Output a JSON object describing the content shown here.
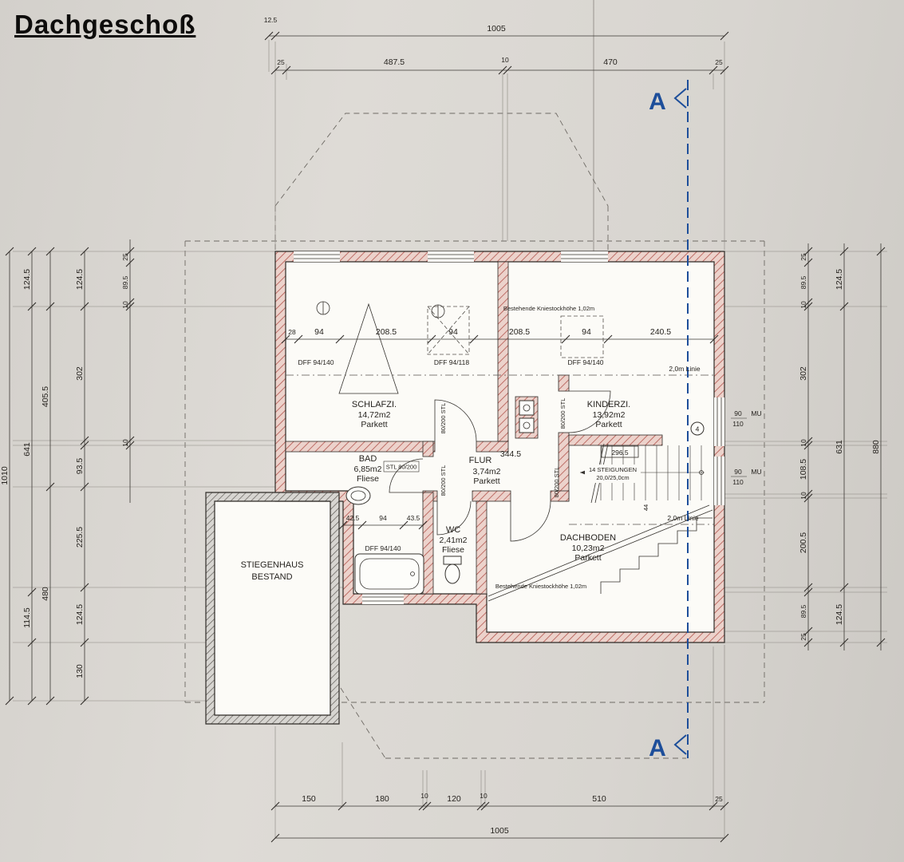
{
  "title": "Dachgeschoß",
  "section": {
    "label": "A"
  },
  "rooms": {
    "schlafzi": {
      "name": "SCHLAFZI.",
      "area": "14,72m2",
      "floor": "Parkett"
    },
    "kinderzi": {
      "name": "KINDERZI.",
      "area": "13,92m2",
      "floor": "Parkett"
    },
    "bad": {
      "name": "BAD",
      "area": "6,85m2",
      "floor": "Fliese"
    },
    "flur": {
      "name": "FLUR",
      "area": "3,74m2",
      "floor": "Parkett"
    },
    "wc": {
      "name": "WC",
      "area": "2,41m2",
      "floor": "Fliese"
    },
    "dachboden": {
      "name": "DACHBODEN",
      "area": "10,23m2",
      "floor": "Parkett"
    },
    "stiegenhaus": {
      "line1": "STIEGENHAUS",
      "line2": "BESTAND"
    }
  },
  "annotations": {
    "kniestock": "Bestehende Kniestockhöhe 1,02m",
    "linie_2m": "2,0m Linie",
    "flur_width": "344.5",
    "stair_width": "296.5",
    "stair_steps1": "14 STEIGUNGEN",
    "stair_steps2": "20,0/25,0cm",
    "stair_dim": "44",
    "dff_140": "DFF 94/140",
    "dff_118": "DFF 94/118",
    "door_stl": "80/200 STL",
    "door_stl_bad": "STL 80/200",
    "niche_w": "90",
    "niche_h": "110",
    "niche_mu": "MU",
    "circle_num": "4"
  },
  "dims": {
    "top_offset": "12.5",
    "top_total": "1005",
    "top_chain": [
      "25",
      "487.5",
      "10",
      "470",
      "25"
    ],
    "win_chain": [
      "28",
      "94",
      "208.5",
      "94",
      "208.5",
      "94",
      "240.5"
    ],
    "wc_chain": [
      "42.5",
      "94",
      "43.5"
    ],
    "bottom_chain": [
      "150",
      "180",
      "10",
      "120",
      "10",
      "510",
      "25"
    ],
    "bottom_total": "1005",
    "left_total": "1010",
    "lcol2": [
      "124.5",
      "641",
      "114.5"
    ],
    "lcol3": [
      "405.5",
      "480"
    ],
    "lcol4": [
      "124.5",
      "302",
      "93.5",
      "225.5",
      "124.5",
      "130"
    ],
    "lcol5": [
      "25",
      "89.5",
      "10",
      "10"
    ],
    "rcol1": [
      "25",
      "89.5",
      "10",
      "302",
      "10",
      "108.5",
      "10",
      "200.5",
      "89.5",
      "25"
    ],
    "rcol2": [
      "124.5",
      "631",
      "124.5"
    ],
    "right_total": "880"
  }
}
